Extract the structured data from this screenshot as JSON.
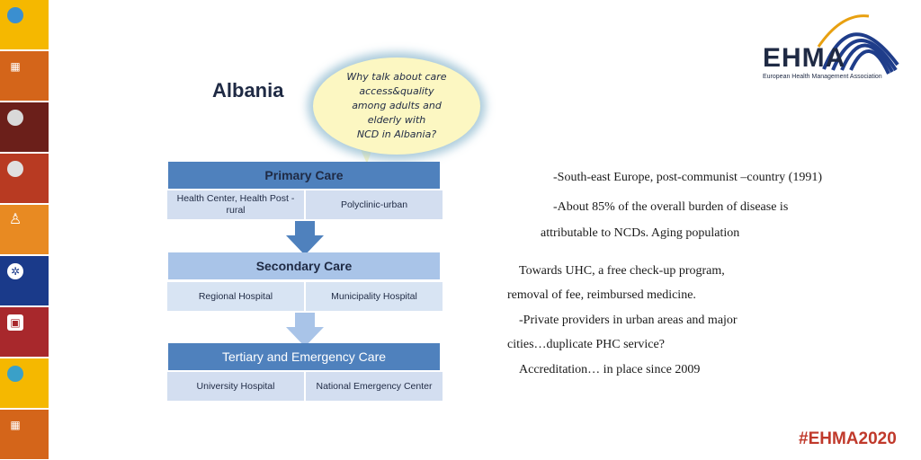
{
  "title": "Albania",
  "bubble": {
    "text": "Why talk about care\naccess&quality\namong adults and\nelderly with\nNCD in Albania?"
  },
  "care_levels": {
    "primary": {
      "label": "Primary Care",
      "left": "Health Center, Health Post - rural",
      "right": "Polyclinic-urban"
    },
    "secondary": {
      "label": "Secondary Care",
      "left": "Regional Hospital",
      "right": "Municipality Hospital"
    },
    "tertiary": {
      "label": "Tertiary  and Emergency Care",
      "left": "University Hospital",
      "right": "National Emergency Center"
    }
  },
  "right_text": {
    "line1": "-South-east Europe, post-communist –country (1991)",
    "line2": "-About 85% of the overall burden of disease is",
    "line3": "attributable to NCDs. Aging population",
    "line4": "Towards UHC, a free check-up program,",
    "line5": "removal of fee, reimbursed  medicine.",
    "line6": "-Private providers in urban areas and major",
    "line7": "cities…duplicate PHC service?",
    "line8": "Accreditation… in place since 2009"
  },
  "logo": {
    "name": "EHMA",
    "subtitle": "European Health Management Association"
  },
  "hashtag": "#EHMA2020",
  "colors": {
    "primary_bar": "#4f81bd",
    "secondary_bar": "#a9c4e8",
    "sub_box": "#d3def0",
    "hashtag": "#c0392b",
    "strip": [
      "#f5b800",
      "#d4651a",
      "#6b1f1a",
      "#b83a22",
      "#e88a22",
      "#1a3a8a",
      "#a8282c",
      "#f5b800",
      "#d4651a"
    ]
  },
  "icons": [
    "globe-icon",
    "building-icon",
    "globe-icon",
    "globe-icon",
    "person-icon",
    "network-icon",
    "device-icon",
    "globe-icon",
    "building-icon"
  ]
}
